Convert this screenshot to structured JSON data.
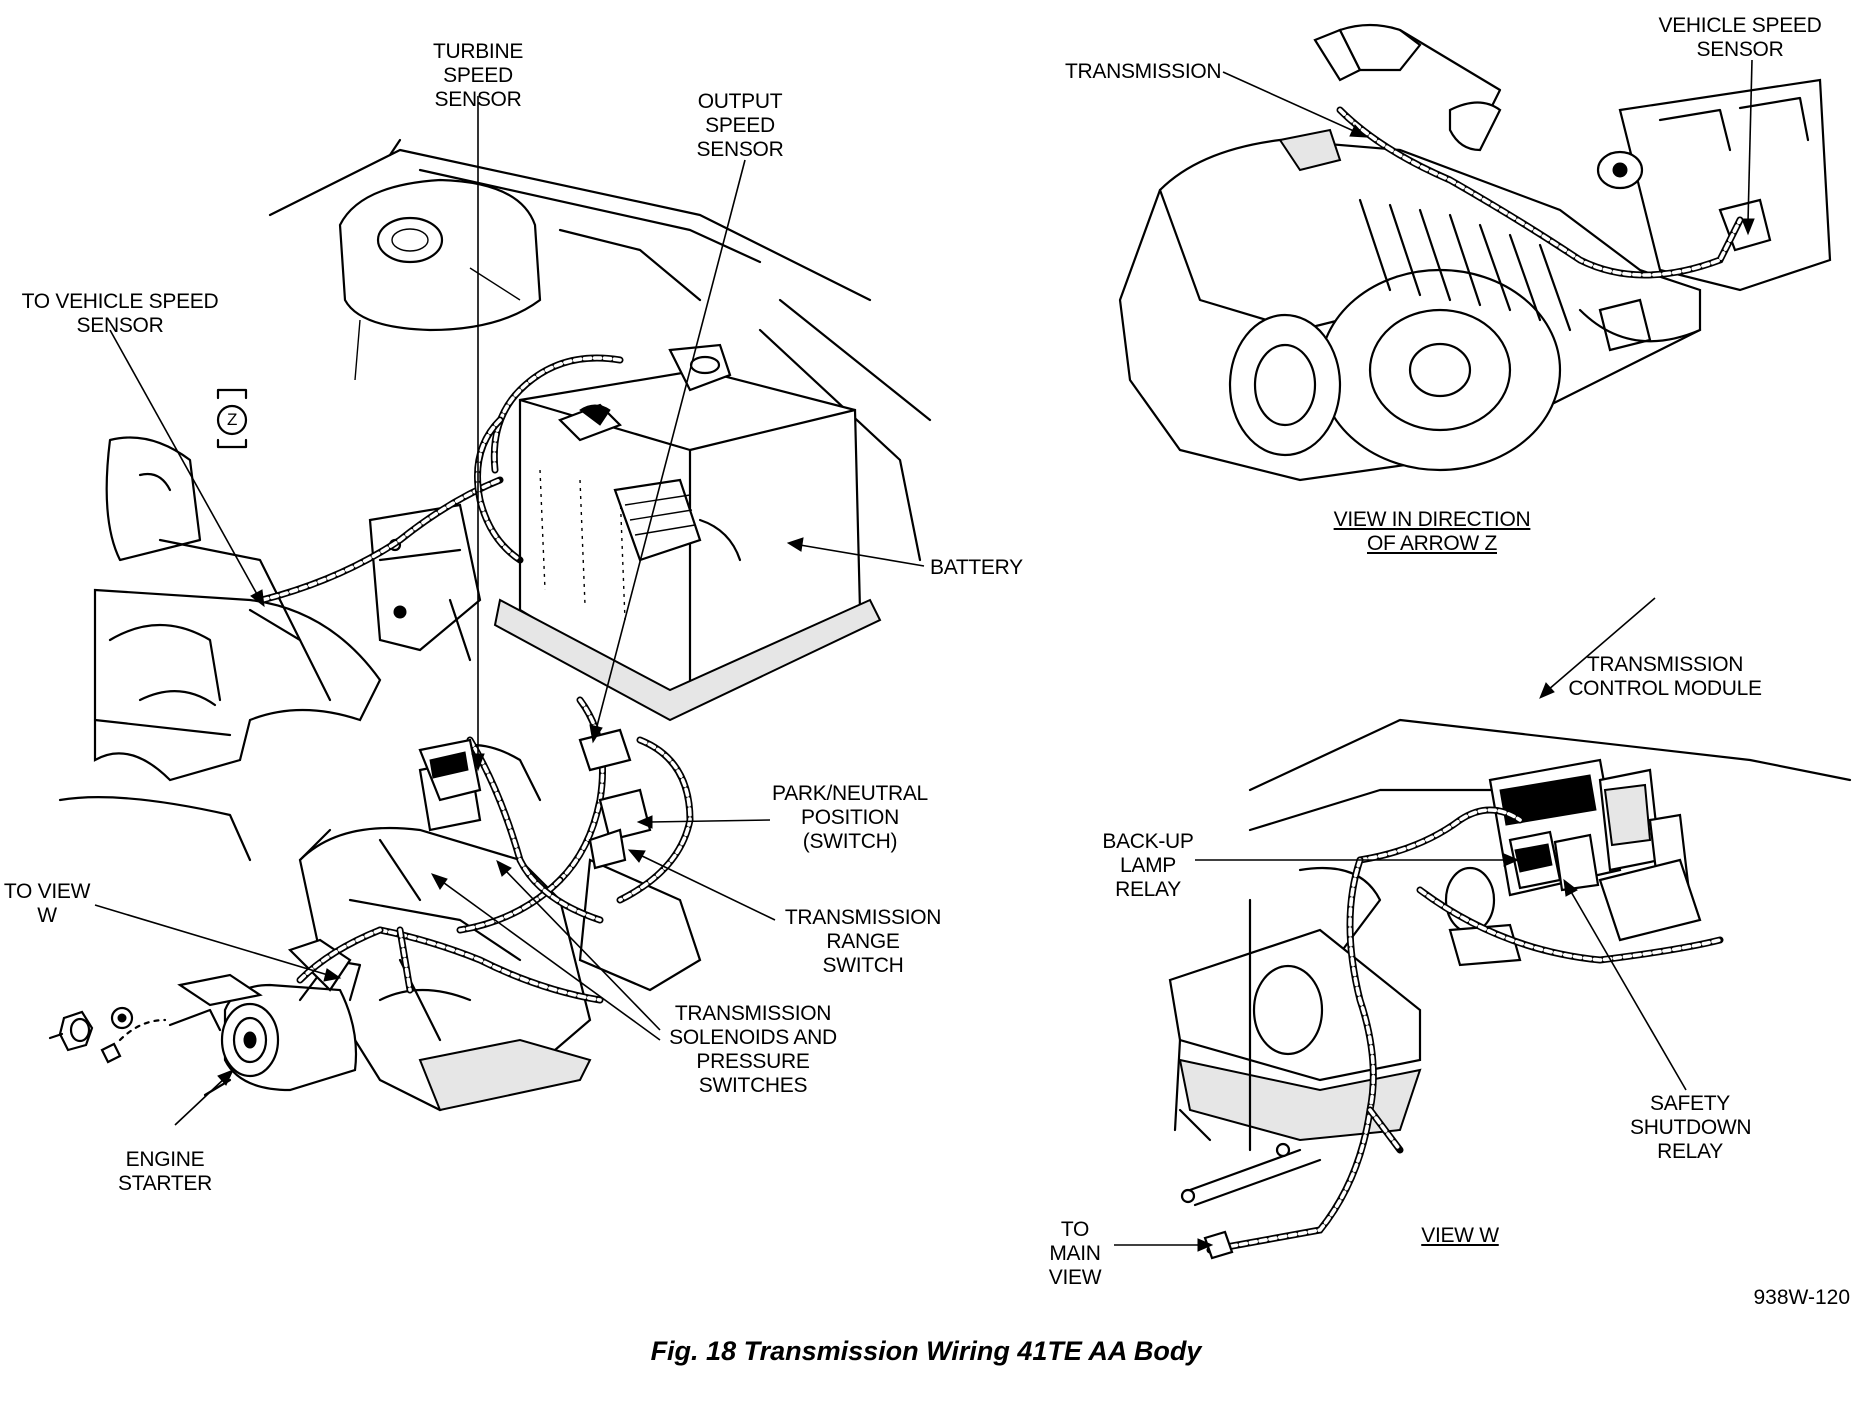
{
  "labels": {
    "turbine_speed_sensor": "TURBINE\nSPEED\nSENSOR",
    "output_speed_sensor": "OUTPUT\nSPEED\nSENSOR",
    "to_vehicle_speed_sensor": "TO VEHICLE SPEED\nSENSOR",
    "battery": "BATTERY",
    "park_neutral_position_switch": "PARK/NEUTRAL\nPOSITION\n(SWITCH)",
    "transmission_range_switch": "TRANSMISSION\nRANGE\nSWITCH",
    "transmission_solenoids": "TRANSMISSION\nSOLENOIDS AND\nPRESSURE\nSWITCHES",
    "to_view_w": "TO VIEW\nW",
    "engine_starter": "ENGINE\nSTARTER",
    "transmission": "TRANSMISSION",
    "vehicle_speed_sensor": "VEHICLE SPEED\nSENSOR",
    "view_arrow_z": "VIEW IN DIRECTION\nOF ARROW Z",
    "transmission_control_module": "TRANSMISSION\nCONTROL MODULE",
    "back_up_lamp_relay": "BACK-UP\nLAMP\nRELAY",
    "safety_shutdown_relay": "SAFETY\nSHUTDOWN\nRELAY",
    "to_main_view": "TO\nMAIN\nVIEW",
    "view_w": "VIEW W",
    "arrow_z_marker": "Z"
  },
  "figure": {
    "caption": "Fig. 18 Transmission Wiring 41TE AA Body",
    "reference": "938W-120"
  }
}
